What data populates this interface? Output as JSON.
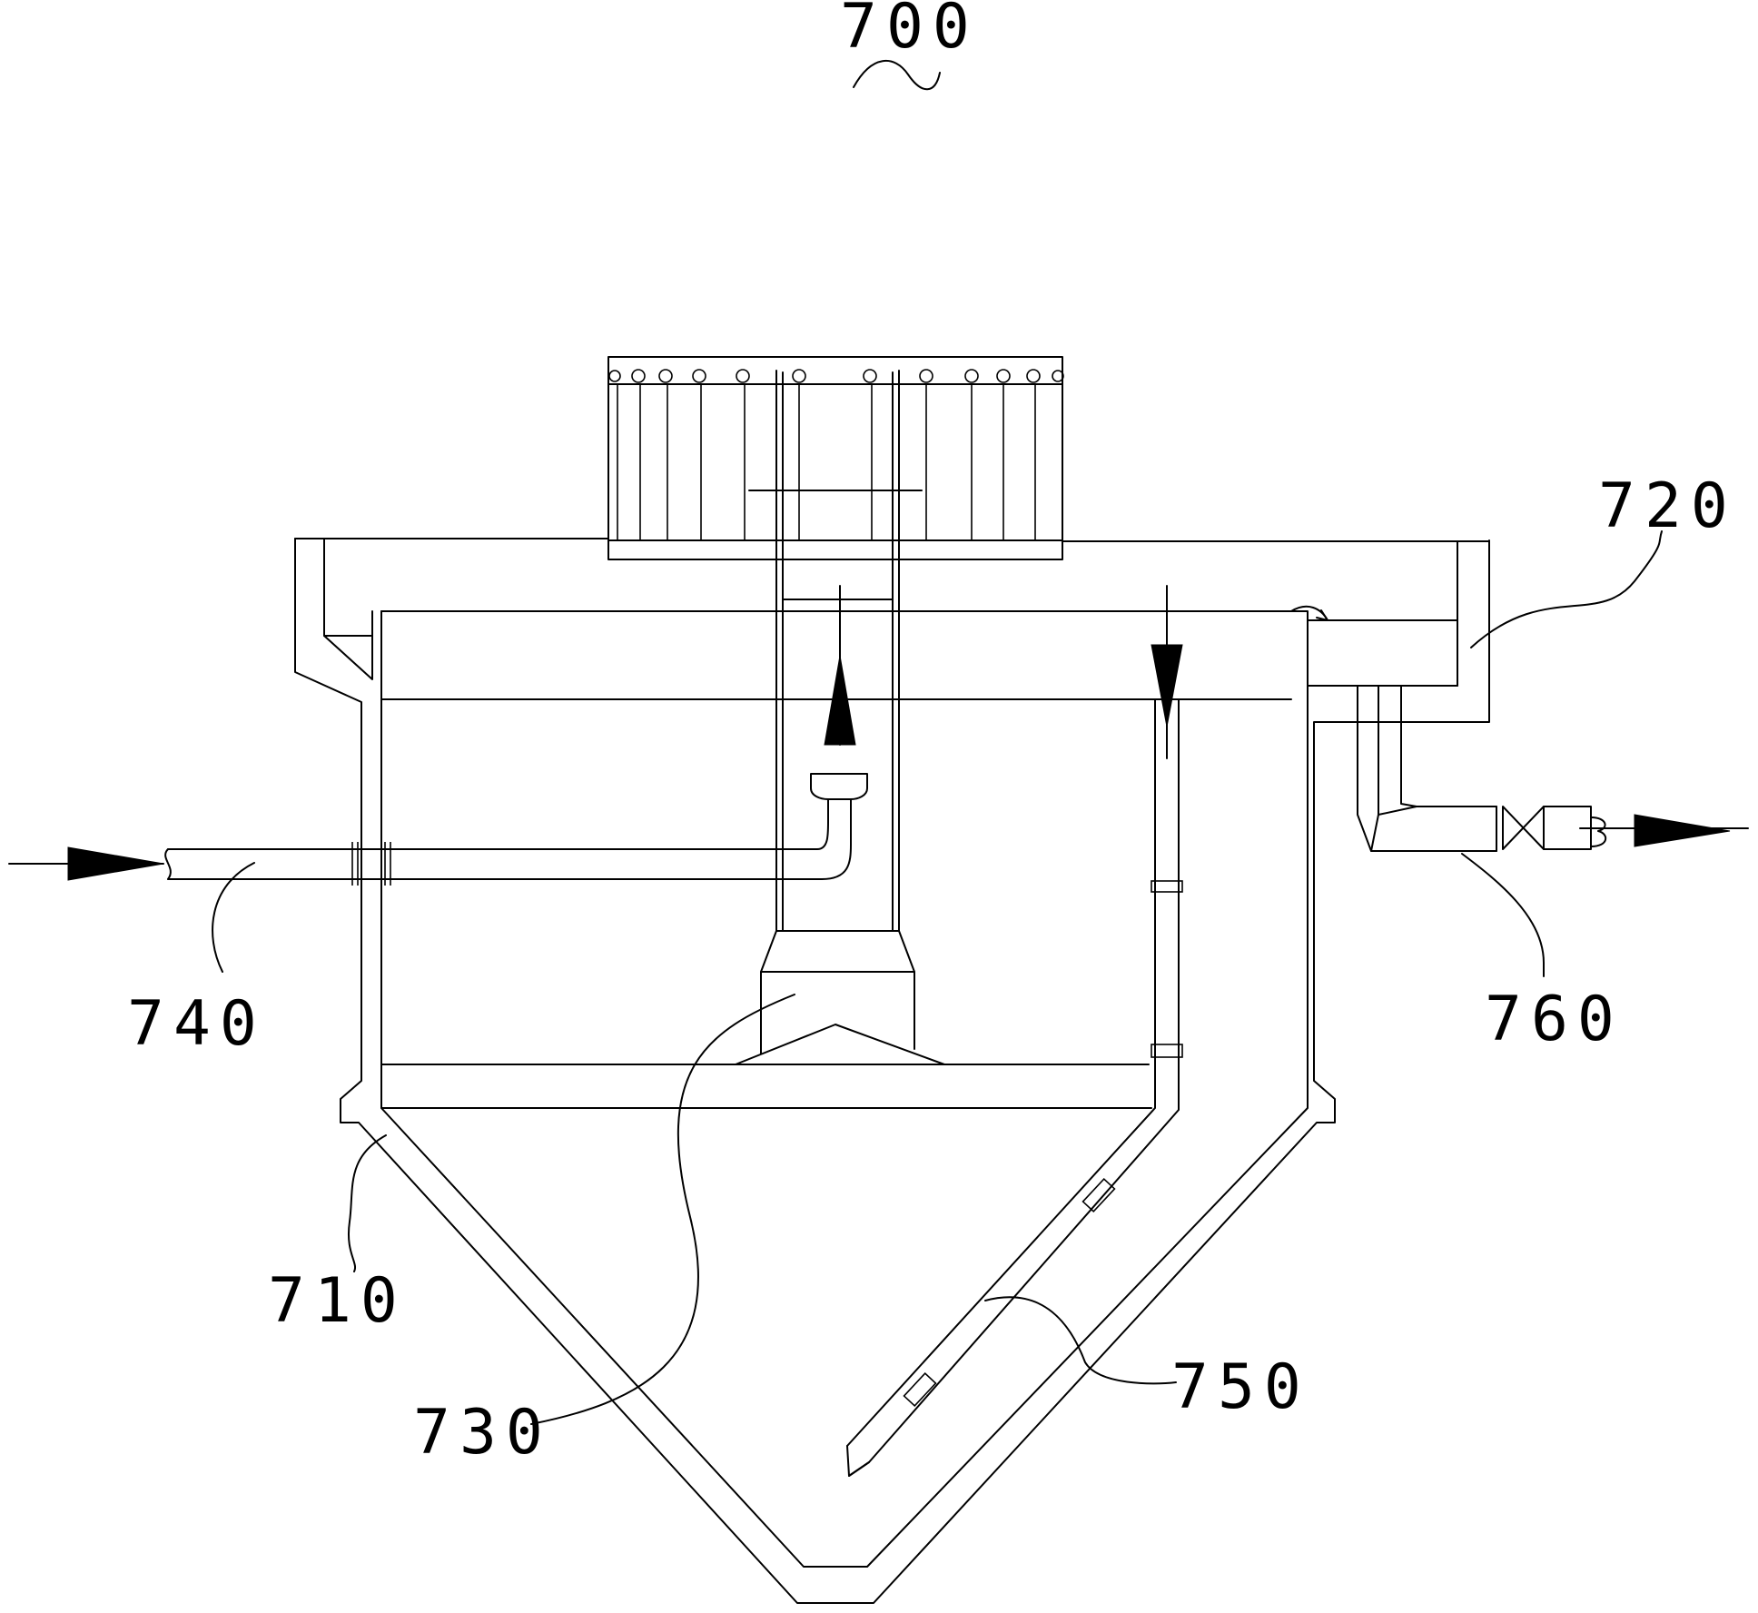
{
  "figure": {
    "reference": "700"
  },
  "labels": {
    "tank": "710",
    "overflow_trough": "720",
    "draft_tube": "730",
    "inlet_pipe": "740",
    "return_pipe": "750",
    "outlet_pipe": "760"
  },
  "colors": {
    "line": "#000000",
    "background": "#ffffff"
  }
}
